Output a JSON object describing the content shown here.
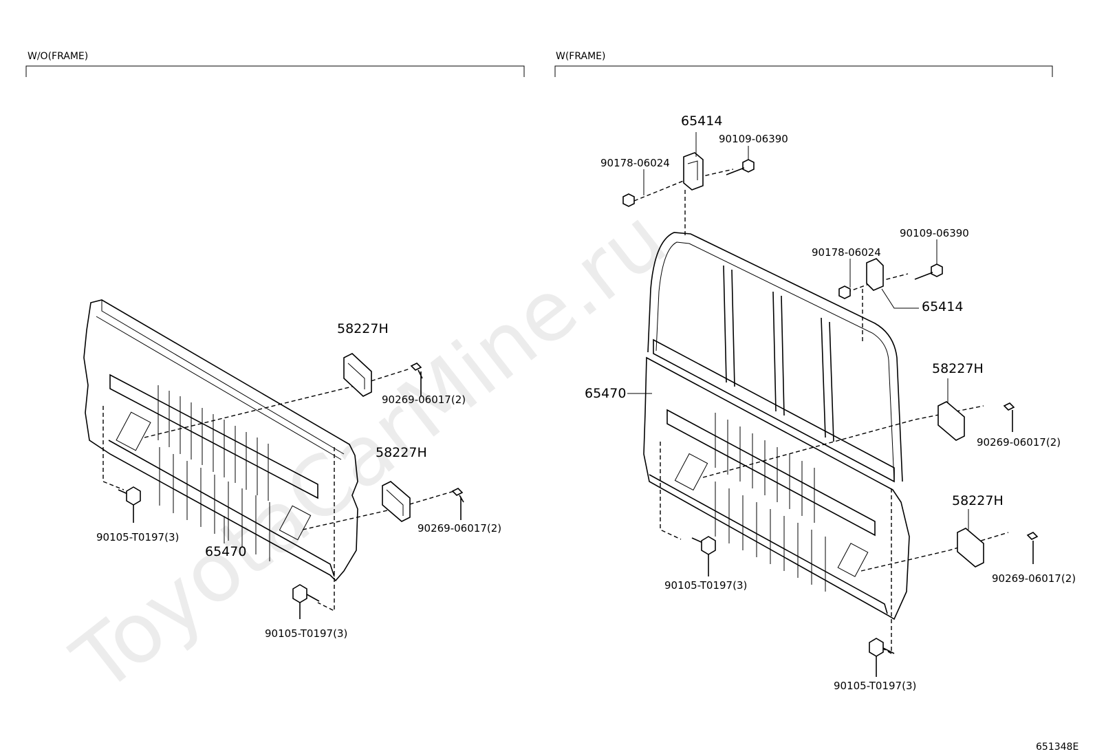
{
  "watermark": "ToyotaCarMine.ru",
  "figure_id": "651348E",
  "sections": {
    "left": {
      "title": "W/O(FRAME)"
    },
    "right": {
      "title": "W(FRAME)"
    }
  },
  "left_labels": {
    "panel": "65470",
    "plate_upper": "58227H",
    "plate_lower": "58227H",
    "screw_upper": "90269-06017(2)",
    "screw_lower": "90269-06017(2)",
    "bolt_left": "90105-T0197(3)",
    "bolt_right": "90105-T0197(3)"
  },
  "right_labels": {
    "bracket_top": "65414",
    "bolt_top": "90109-06390",
    "nut_top": "90178-06024",
    "bolt_mid": "90109-06390",
    "nut_mid": "90178-06024",
    "bracket_mid": "65414",
    "panel": "65470",
    "plate_upper": "58227H",
    "plate_lower": "58227H",
    "screw_upper": "90269-06017(2)",
    "screw_lower": "90269-06017(2)",
    "bolt_left": "90105-T0197(3)",
    "bolt_right": "90105-T0197(3)"
  }
}
